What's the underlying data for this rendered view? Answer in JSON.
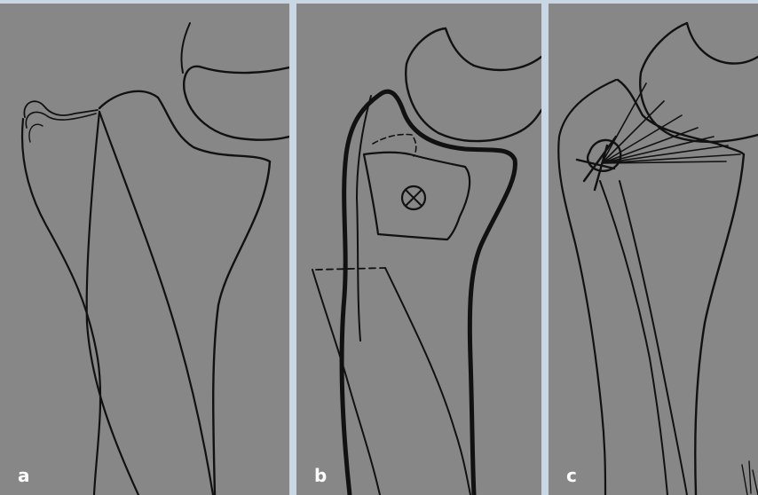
{
  "figure": {
    "panels": [
      {
        "id": "a",
        "label": "a"
      },
      {
        "id": "b",
        "label": "b"
      },
      {
        "id": "c",
        "label": "c"
      }
    ]
  },
  "colors": {
    "background_frame": "#c9d6e4",
    "panel_gray": "#878787",
    "ink": "#111111",
    "label_text": "#ffffff"
  }
}
